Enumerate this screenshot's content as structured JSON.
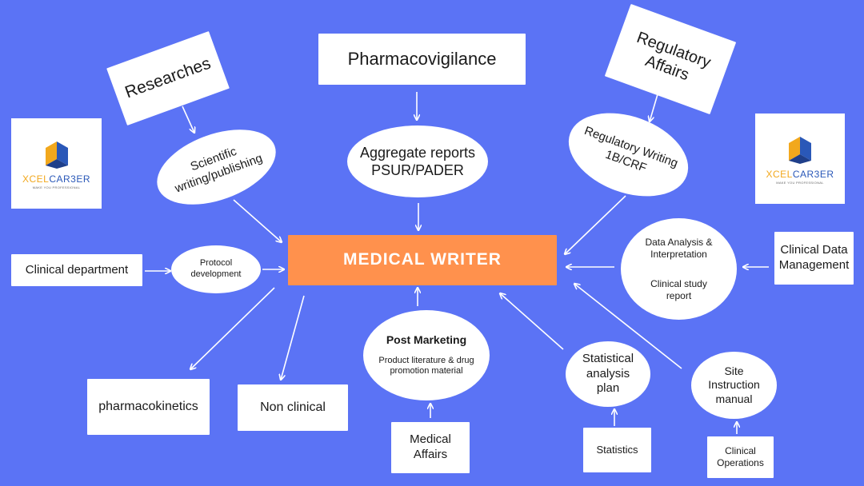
{
  "logo": {
    "word_x": "XCEL",
    "word_rest": "CAR3ER",
    "tagline": "MAKE YOU PROFESSIONAL"
  },
  "nodes": {
    "center": "MEDICAL  WRITER",
    "pharmacovigilance": "Pharmacovigilance",
    "aggregate": "Aggregate reports\nPSUR/PADER",
    "researches": "Researches",
    "scientific": "Scientific\nwriting/publishing",
    "regulatory_affairs": "Regulatory\nAffairs",
    "regulatory_writing": "Regulatory Writing\n1B/CRF",
    "clinical_department": "Clinical department",
    "protocol": "Protocol\ndevelopment",
    "data_analysis": "Data Analysis &\nInterpretation",
    "clinical_study_report": "Clinical study\nreport",
    "clinical_data_mgmt": "Clinical Data\nManagement",
    "pharmacokinetics": "pharmacokinetics",
    "non_clinical": "Non clinical",
    "post_marketing_title": "Post Marketing",
    "post_marketing_body": "Product literature & drug\npromotion material",
    "medical_affairs": "Medical\nAffairs",
    "statistical_plan": "Statistical\nanalysis\nplan",
    "statistics": "Statistics",
    "site_instruction": "Site\nInstruction\nmanual",
    "clinical_operations": "Clinical\nOperations"
  },
  "colors": {
    "background": "#5b73f5",
    "center": "#ff914d",
    "node": "#ffffff",
    "arrow": "#ffffff"
  }
}
